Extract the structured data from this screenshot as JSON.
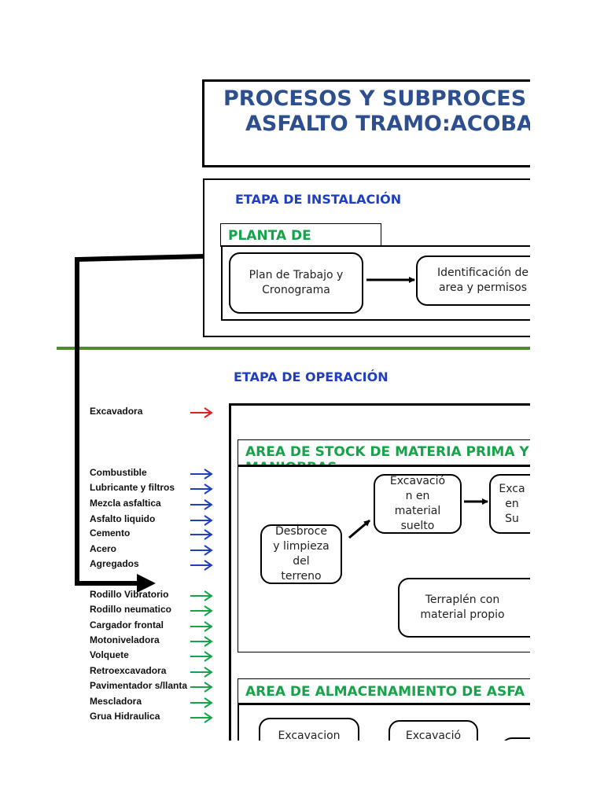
{
  "title": {
    "line1": "PROCESOS Y SUBPROCES",
    "line2": "ASFALTO TRAMO:ACOBA"
  },
  "installation": {
    "stage_label": "ETAPA DE INSTALACIÓN",
    "plant_label": "PLANTA DE ASFALTO",
    "steps": [
      "Plan de Trabajo y\nCronograma",
      "Identificación de\narea y permisos"
    ]
  },
  "operation": {
    "stage_label": "ETAPA DE OPERACIÓN",
    "stock_area": {
      "label": "AREA DE STOCK DE MATERIA PRIMA Y MANIOBRAS",
      "steps": {
        "desbroce": "Desbroce\ny limpieza\ndel\nterreno",
        "excavacion_suelto": "Excavació\nn en\nmaterial\nsuelto",
        "excavacion_roca": "Exca\nen\nSu",
        "terraplen": "Terraplén con\nmaterial propio"
      }
    },
    "storage_area": {
      "label": "AREA DE ALMACENAMIENTO DE ASFA",
      "steps": [
        "Excavacion",
        "Excavació"
      ]
    }
  },
  "inputs": {
    "red": [
      "Excavadora"
    ],
    "blue": [
      "Combustible",
      "Lubricante y filtros",
      "Mezcla asfaltica",
      "Asfalto liquido",
      "Cemento",
      "Acero",
      "Agregados"
    ],
    "green": [
      "Rodillo Vibratorio",
      "Rodillo neumatico",
      "Cargador frontal",
      "Motoniveladora",
      "Volquete",
      "Retroexcavadora",
      "Pavimentador s/llanta",
      "Mescladora",
      "Grua Hidraulica"
    ]
  },
  "colors": {
    "title": "#2e4f8e",
    "stage": "#1f3fbf",
    "area": "#17a34a",
    "arrow_red": "#e02020",
    "arrow_blue": "#1f3fbf",
    "arrow_green": "#17a34a",
    "divider": "#4e8a2e"
  }
}
